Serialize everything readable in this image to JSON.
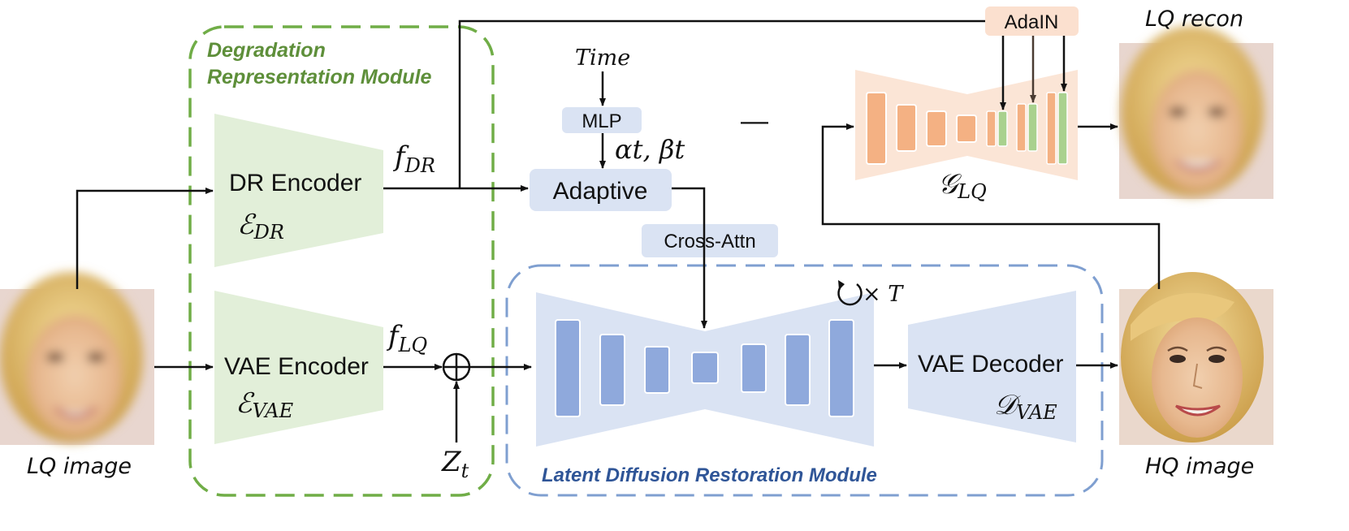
{
  "modules": {
    "degradation_line1": "Degradation",
    "degradation_line2": "Representation Module",
    "latent": "Latent Diffusion Restoration Module"
  },
  "blocks": {
    "dr_encoder": "DR  Encoder",
    "dr_encoder_symbol": "ℰ",
    "dr_encoder_sub": "DR",
    "vae_encoder": "VAE Encoder",
    "vae_encoder_symbol": "ℰ",
    "vae_encoder_sub": "VAE",
    "vae_decoder": "VAE Decoder",
    "vae_decoder_symbol": "𝒟",
    "vae_decoder_sub": "VAE",
    "g_lq_symbol": "𝒢",
    "g_lq_sub": "LQ",
    "mlp": "MLP",
    "adaptive": "Adaptive",
    "cross_attn": "Cross-Attn",
    "adain": "AdaIN"
  },
  "symbols": {
    "time": "Time",
    "alpha_beta": "αt, βt",
    "f_dr": "f",
    "f_dr_sub": "DR",
    "f_lq": "f",
    "f_lq_sub": "LQ",
    "z_t": "Z",
    "z_t_sub": "t",
    "loop": "× T",
    "minus": "—"
  },
  "images": {
    "lq_image": "LQ image",
    "hq_image": "HQ image",
    "lq_recon": "LQ recon"
  },
  "colors": {
    "green_box": "#e2efd9",
    "green_dash": "#70ad47",
    "green_text": "#5e8f3a",
    "blue_box": "#dae3f3",
    "blue_block": "#8fa9dc",
    "blue_dash": "#7f9fd0",
    "blue_text": "#2f5597",
    "orange_box": "#fbe5d6",
    "orange_block": "#f4b183",
    "green_block": "#a9d18e",
    "adain_box": "#fbe0cf"
  }
}
